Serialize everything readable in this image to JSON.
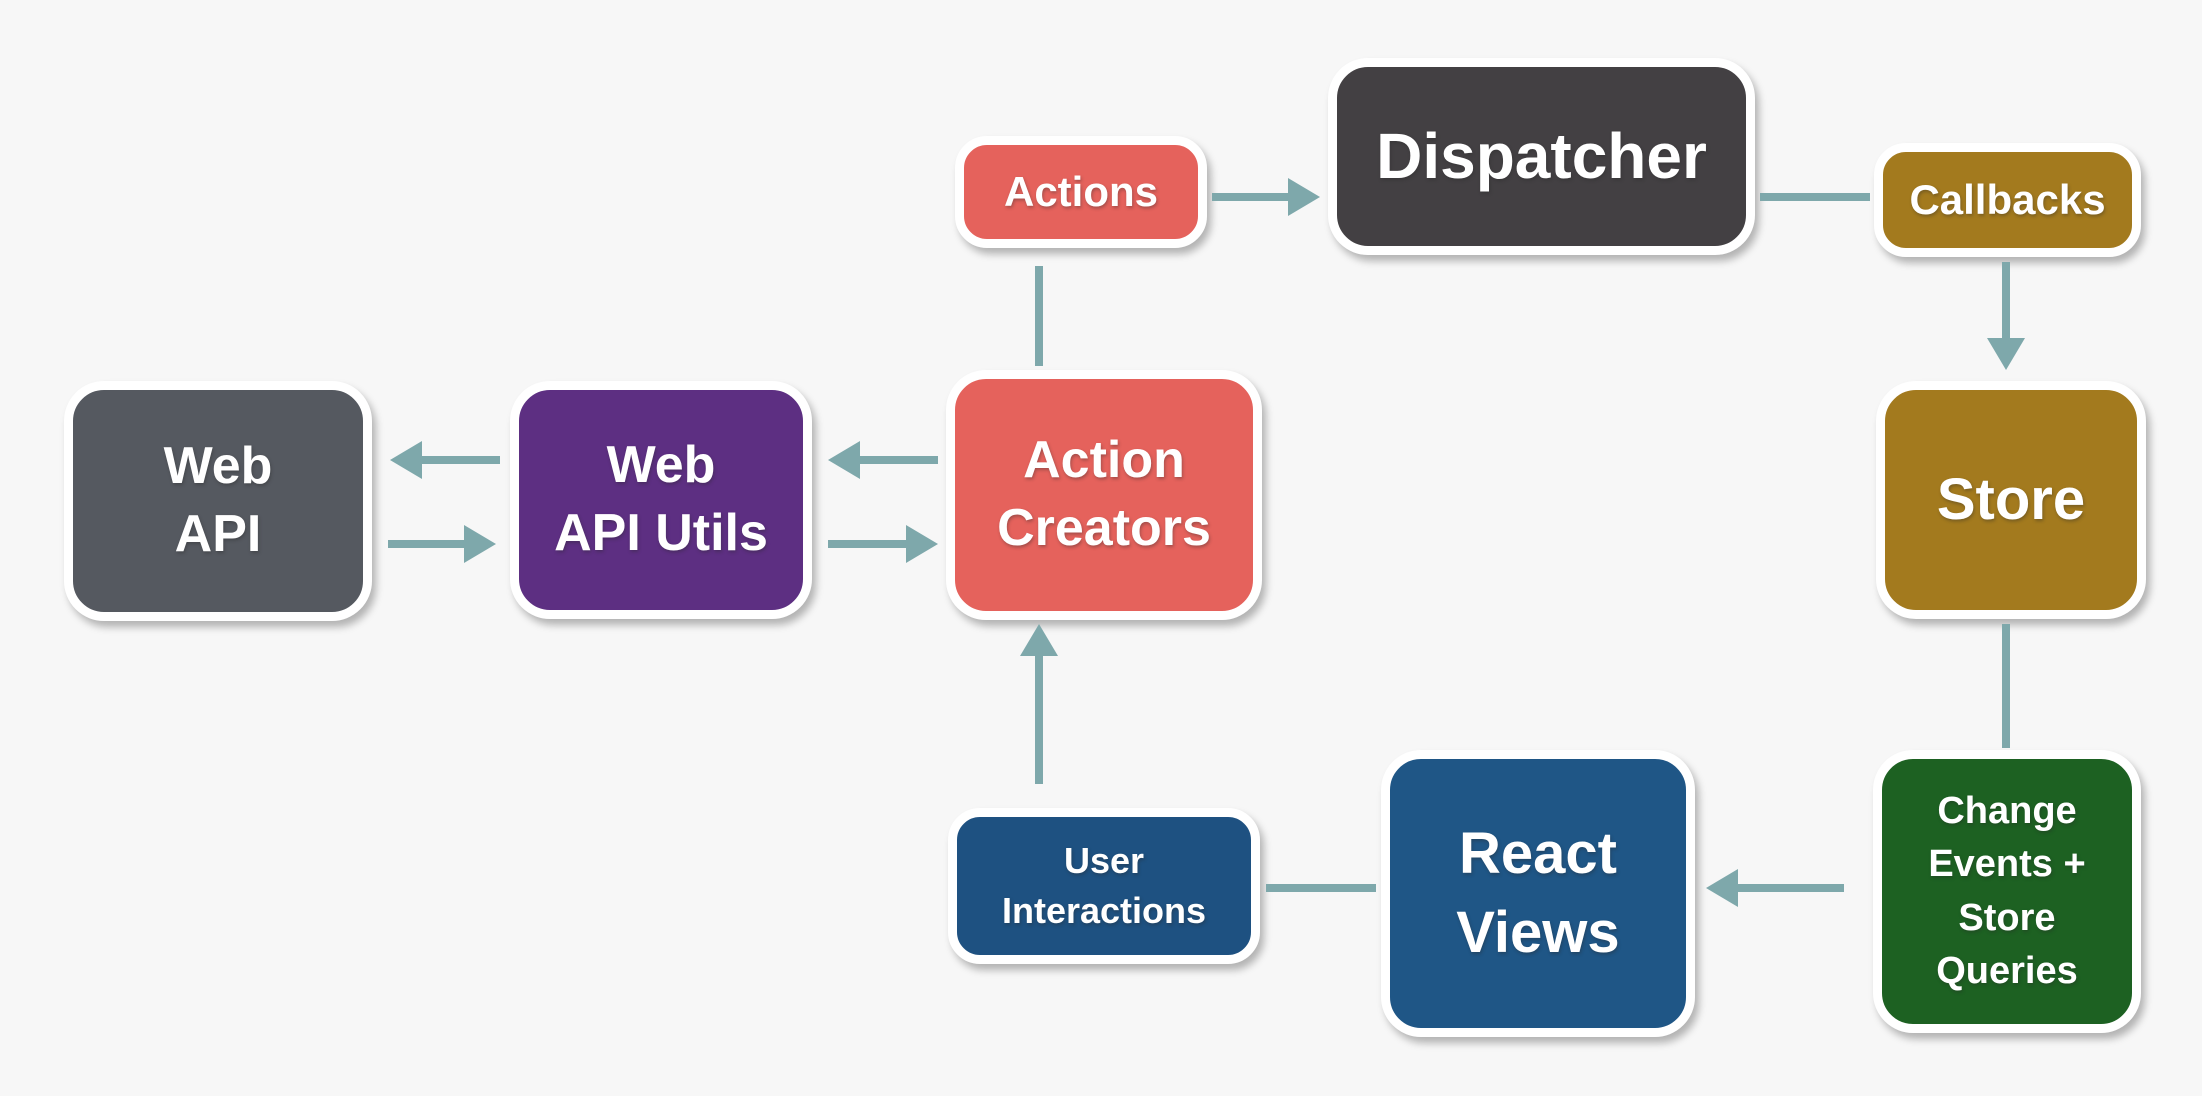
{
  "diagram": {
    "type": "flow-diagram",
    "background_color": "#f7f7f7",
    "connector_color": "#7ea8ab",
    "text_color": "#ffffff",
    "nodes": [
      {
        "id": "web-api",
        "lines": [
          "Web",
          "API"
        ],
        "color": "#555960"
      },
      {
        "id": "web-api-utils",
        "lines": [
          "Web",
          "API Utils"
        ],
        "color": "#5d2f82"
      },
      {
        "id": "action-creators",
        "lines": [
          "Action",
          "Creators"
        ],
        "color": "#e5625c"
      },
      {
        "id": "actions",
        "lines": [
          "Actions"
        ],
        "color": "#e5625c"
      },
      {
        "id": "dispatcher",
        "lines": [
          "Dispatcher"
        ],
        "color": "#434043"
      },
      {
        "id": "callbacks",
        "lines": [
          "Callbacks"
        ],
        "color": "#a37a1e"
      },
      {
        "id": "store",
        "lines": [
          "Store"
        ],
        "color": "#a37a1e"
      },
      {
        "id": "change-events",
        "lines": [
          "Change",
          "Events +",
          "Store",
          "Queries"
        ],
        "color": "#1d6122"
      },
      {
        "id": "react-views",
        "lines": [
          "React",
          "Views"
        ],
        "color": "#1f5686"
      },
      {
        "id": "user-interactions",
        "lines": [
          "User",
          "Interactions"
        ],
        "color": "#1e5181"
      }
    ],
    "edges": [
      {
        "from": "actions",
        "to": "dispatcher",
        "arrowhead": true
      },
      {
        "from": "dispatcher",
        "to": "callbacks",
        "arrowhead": false
      },
      {
        "from": "callbacks",
        "to": "store",
        "arrowhead": true
      },
      {
        "from": "store",
        "to": "change-events",
        "arrowhead": false
      },
      {
        "from": "change-events",
        "to": "react-views",
        "arrowhead": true
      },
      {
        "from": "react-views",
        "to": "user-interactions",
        "arrowhead": false
      },
      {
        "from": "user-interactions",
        "to": "action-creators",
        "arrowhead": true
      },
      {
        "from": "action-creators",
        "to": "actions",
        "arrowhead": false
      },
      {
        "from": "action-creators",
        "to": "web-api-utils",
        "arrowhead": true
      },
      {
        "from": "web-api-utils",
        "to": "action-creators",
        "arrowhead": true
      },
      {
        "from": "web-api-utils",
        "to": "web-api",
        "arrowhead": true
      },
      {
        "from": "web-api",
        "to": "web-api-utils",
        "arrowhead": true
      }
    ]
  }
}
